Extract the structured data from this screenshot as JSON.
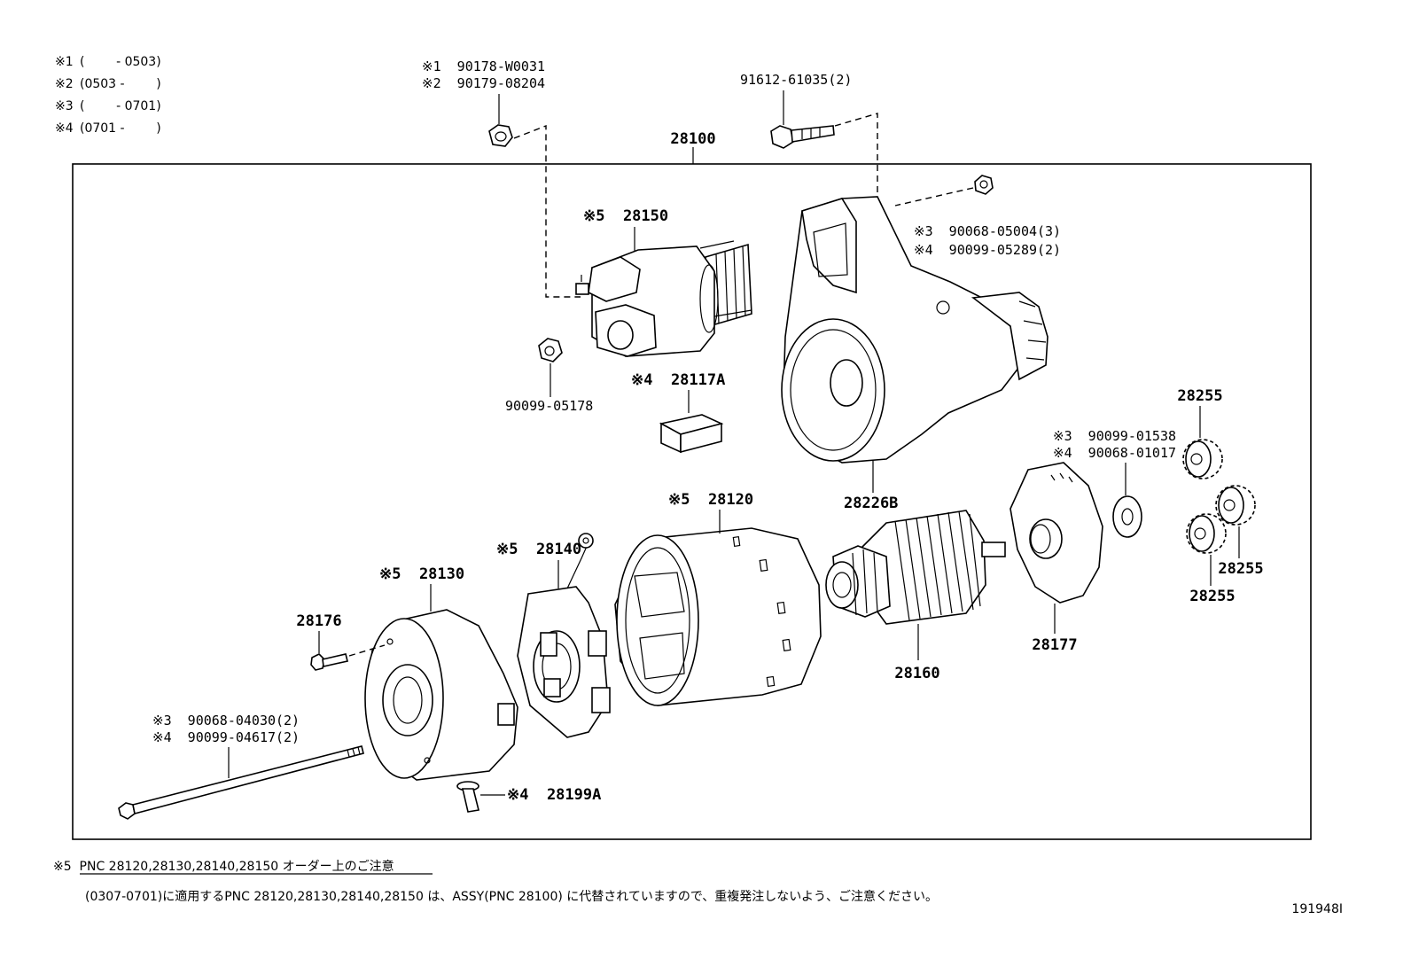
{
  "legend": [
    {
      "mark": "※1",
      "range": "(        - 0503)"
    },
    {
      "mark": "※2",
      "range": "(0503 -        )"
    },
    {
      "mark": "※3",
      "range": "(        - 0701)"
    },
    {
      "mark": "※4",
      "range": "(0701 -        )"
    }
  ],
  "assembly_number": "28100",
  "callouts": {
    "nut_top_1": "※1  90178-W0031",
    "nut_top_2": "※2  90179-08204",
    "bolt_top": "91612-61035(2)",
    "nut_right_1": "※3  90068-05004(3)",
    "nut_right_2": "※4  90099-05289(2)",
    "solenoid": "※5  28150",
    "nut_solenoid": "90099-05178",
    "part_28117a": "※4  28117A",
    "housing": "28226B",
    "gear_top": "28255",
    "washer_1": "※3  90099-01538",
    "washer_2": "※4  90068-01017",
    "gear_mid": "28255",
    "gear_low": "28255",
    "yoke": "※5  28120",
    "brush_holder": "※5  28140",
    "end_frame": "※5  28130",
    "screw_28176": "28176",
    "bolt_long_1": "※3  90068-04030(2)",
    "bolt_long_2": "※4  90099-04617(2)",
    "armature": "28160",
    "plate_28177": "28177",
    "part_28199a": "※4  28199A"
  },
  "footer": {
    "note_title": "※5  PNC 28120,28130,28140,28150 オーダー上のご注意",
    "note_body": "(0307-0701)に適用するPNC 28120,28130,28140,28150 は、ASSY(PNC 28100) に代替されていますので、重複発注しないよう、ご注意ください。",
    "figure_id": "191948I"
  }
}
